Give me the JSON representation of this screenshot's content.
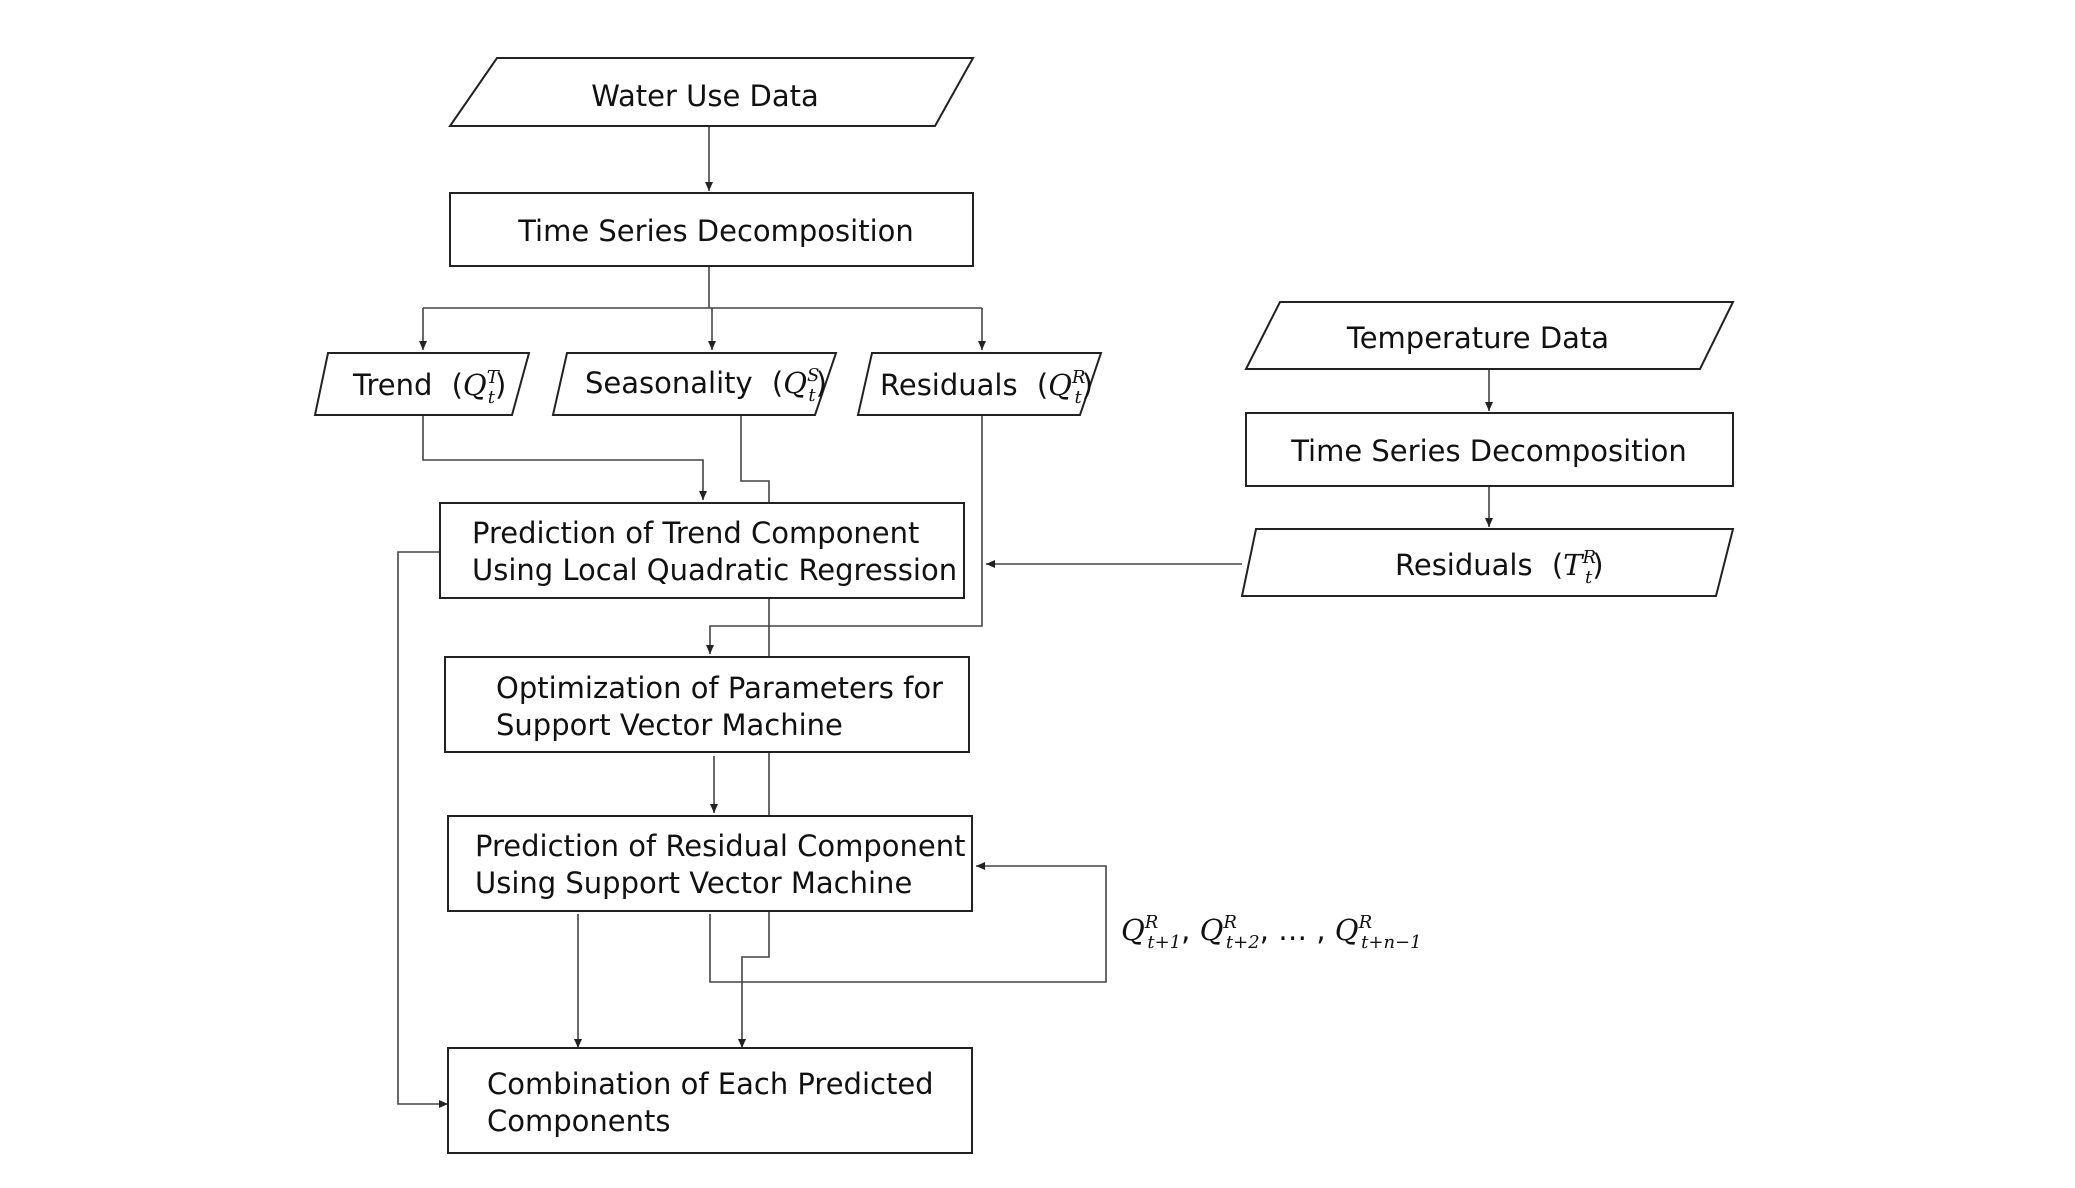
{
  "nodes": {
    "water_use_data": "Water Use Data",
    "ts_decomp_water": "Time Series Decomposition",
    "trend": {
      "label": "Trend",
      "sym": "Q",
      "sup": "T",
      "sub": "t"
    },
    "seasonality": {
      "label": "Seasonality",
      "sym": "Q",
      "sup": "S",
      "sub": "t"
    },
    "residuals_water": {
      "label": "Residuals",
      "sym": "Q",
      "sup": "R",
      "sub": "t"
    },
    "temperature_data": "Temperature Data",
    "ts_decomp_temp": "Time Series Decomposition",
    "residuals_temp": {
      "label": "Residuals",
      "sym": "T",
      "sup": "R",
      "sub": "t"
    },
    "trend_prediction": [
      "Prediction of Trend Component",
      "Using Local Quadratic Regression"
    ],
    "svm_optimization": [
      "Optimization of Parameters for",
      "Support Vector Machine"
    ],
    "residual_prediction": [
      "Prediction of Residual Component",
      "Using Support Vector Machine"
    ],
    "combination": [
      "Combination of Each Predicted",
      "Components"
    ]
  },
  "feedback_label": {
    "sym": "Q",
    "sup": "R",
    "terms": [
      "t+1",
      "t+2",
      "t+n−1"
    ],
    "ellipsis": "…"
  }
}
